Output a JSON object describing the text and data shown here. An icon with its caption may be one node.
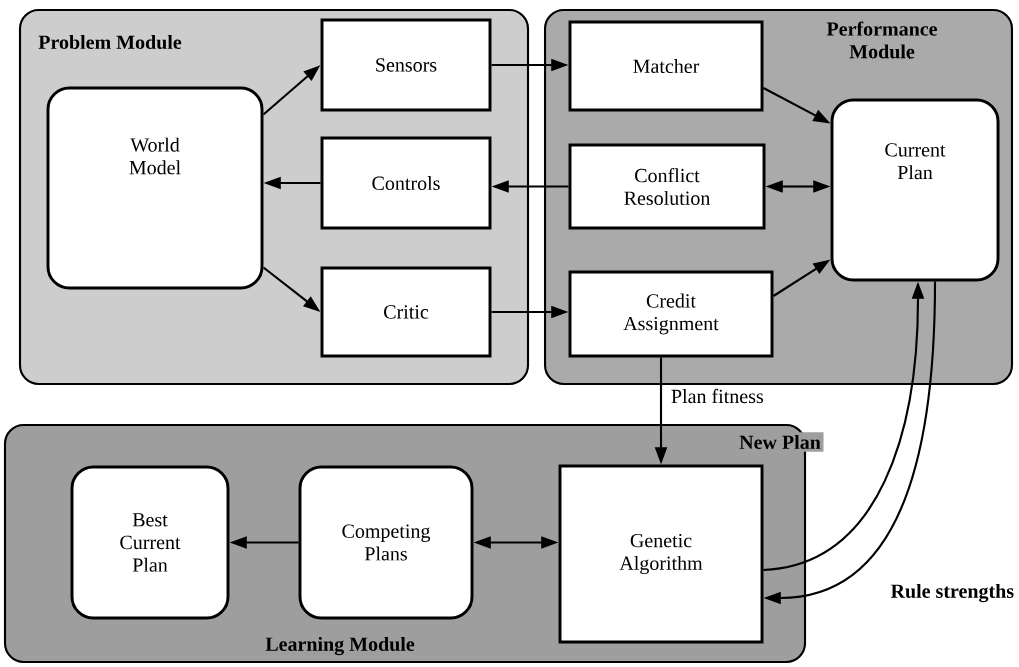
{
  "diagram": {
    "nodes": [
      {
        "text": [
          "Problem Module"
        ]
      },
      {
        "text": [
          "World Model"
        ],
        "in": 0
      },
      {
        "text": [
          "Sensors"
        ],
        "in": 0
      },
      {
        "text": [
          "Controls"
        ],
        "in": 0
      },
      {
        "text": [
          "Critic"
        ],
        "in": 0
      },
      {
        "text": [
          "Performance Module"
        ]
      },
      {
        "text": [
          "Matcher"
        ],
        "in": 5
      },
      {
        "text": [
          "Conflict Resolution"
        ],
        "in": 5
      },
      {
        "text": [
          "Current Plan"
        ],
        "in": 5
      },
      {
        "text": [
          "Credit Assignment"
        ],
        "in": 5
      },
      {
        "text": [
          "Learning Module"
        ]
      },
      {
        "text": [
          "Best Current Plan"
        ],
        "in": 10
      },
      {
        "text": [
          "Competing Plans"
        ],
        "in": 10
      },
      {
        "text": [
          "Genetic Algorithm"
        ],
        "in": 10
      }
    ],
    "edges": [
      {
        "from": 1,
        "to": 2,
        "arrow": "to"
      },
      {
        "from": 3,
        "to": 1,
        "arrow": "to"
      },
      {
        "from": 1,
        "to": 4,
        "arrow": "to"
      },
      {
        "from": 2,
        "to": 6,
        "arrow": "to"
      },
      {
        "from": 6,
        "to": 8,
        "arrow": "to"
      },
      {
        "from": 7,
        "to": 3,
        "arrow": "to"
      },
      {
        "from": 7,
        "to": 8,
        "arrow": "both"
      },
      {
        "from": 9,
        "to": 8,
        "arrow": "to"
      },
      {
        "from": 4,
        "to": 9,
        "arrow": "to"
      },
      {
        "from": 9,
        "to": 13,
        "arrow": "to",
        "label": "Plan fitness"
      },
      {
        "from": 13,
        "to": 8,
        "arrow": "to",
        "label": "New Plan"
      },
      {
        "from": 8,
        "to": 13,
        "arrow": "to",
        "label": "Rule strengths"
      },
      {
        "from": 12,
        "to": 11,
        "arrow": "to"
      },
      {
        "from": 12,
        "to": 13,
        "arrow": "both"
      }
    ]
  }
}
